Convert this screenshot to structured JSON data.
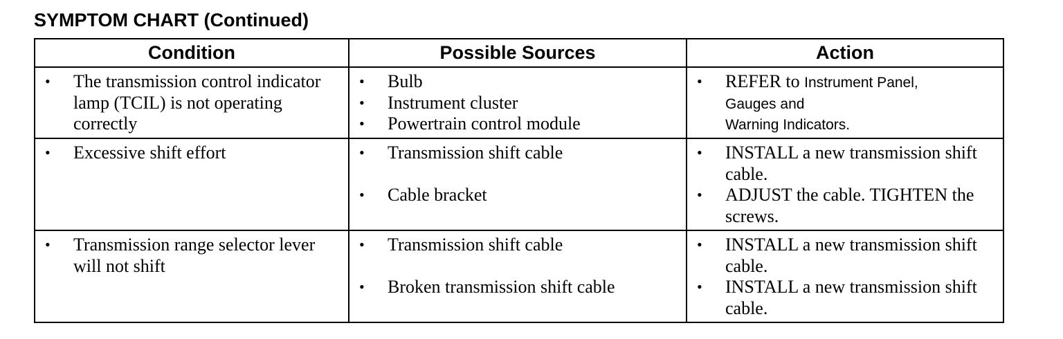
{
  "title": "SYMPTOM CHART (Continued)",
  "table": {
    "headers": [
      "Condition",
      "Possible Sources",
      "Action"
    ],
    "rows": [
      {
        "condition": [
          "The transmission control indicator lamp (TCIL) is not operating correctly"
        ],
        "sources": [
          "Bulb",
          "Instrument cluster",
          "Powertrain control module"
        ],
        "actions": [
          {
            "lead": "REFER to",
            "line1": "Instrument Panel,",
            "line2": "Gauges and",
            "line3": "Warning Indicators."
          }
        ]
      },
      {
        "condition": [
          "Excessive shift effort"
        ],
        "sources": [
          "Transmission shift cable",
          "Cable bracket"
        ],
        "actions": [
          "INSTALL a new transmission shift cable.",
          "ADJUST the cable. TIGHTEN the screws."
        ]
      },
      {
        "condition": [
          "Transmission range selector lever will not shift"
        ],
        "sources": [
          "Transmission shift cable",
          "Broken transmission shift cable"
        ],
        "actions": [
          "INSTALL a new transmission shift cable.",
          "INSTALL a new transmission shift cable."
        ]
      }
    ]
  },
  "bullet_glyph": "•"
}
